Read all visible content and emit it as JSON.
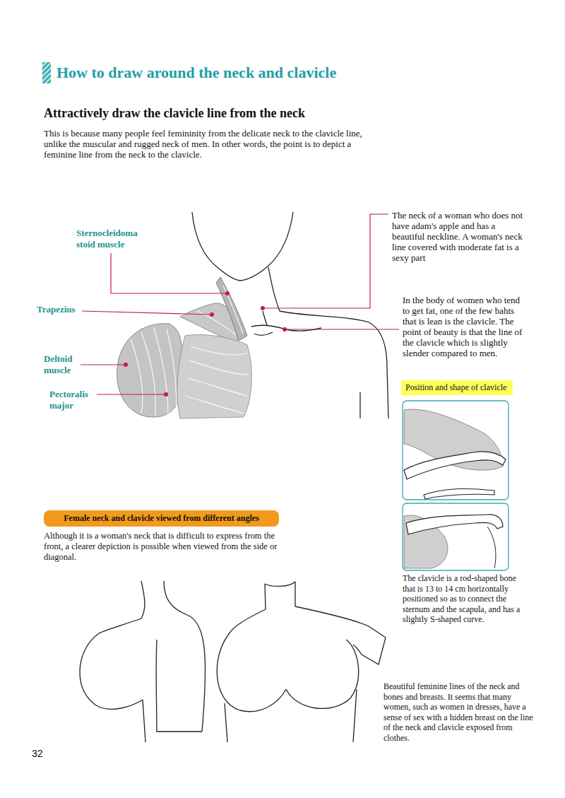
{
  "diagram": {
    "title": "How to draw around the neck and clavicle",
    "nodes": [
      {
        "text": [
          "Position and shape of clavicle"
        ]
      },
      {
        "text": [
          "Female neck and clavicle viewed from different angles"
        ]
      }
    ],
    "labels": [
      "Attractively draw the clavicle line from the neck",
      "This is because many people feel femininity from the delicate neck to the clavicle line, unlike the muscular and rugged neck of men. In other words, the point is to depict a feminine line from the neck to the clavicle.",
      "Sternocleidoma stoid muscle",
      "Trapezius",
      "Deltoid muscle",
      "Pectoralis major",
      "The neck of a woman who does not have adam's apple and has a beautiful neckline. A woman's neck line covered with moderate fat is a sexy part",
      "In the body of women who tend to get fat, one of the few bahts that is lean is the clavicle. The point of beauty is that the line of the clavicle which is slightly slender compared to men.",
      "Although it is a woman's neck that is difficult to express from the front, a clearer depiction is possible when viewed from the side or diagonal.",
      "The clavicle is a rod-shaped bone that is 13 to 14 cm horizontally positioned so as to connect the sternum and the scapula, and has a slightly S-shaped curve.",
      "Beautiful feminine lines of the neck and bones and breasts. It seems that many women, such as women in dresses, have a sense of sex with a hidden breast on the line of the neck and clavicle exposed from clothes.",
      "32"
    ]
  }
}
